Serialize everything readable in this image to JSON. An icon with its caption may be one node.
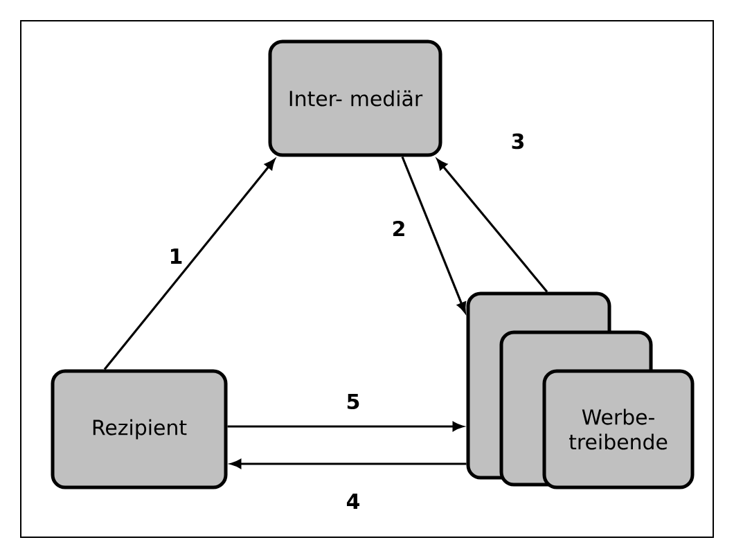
{
  "diagram": {
    "nodes": [
      {
        "text": [
          "Inter- mediär"
        ]
      },
      {
        "text": [
          "Rezipient"
        ]
      },
      {
        "text": [],
        "shape": "box"
      },
      {
        "text": [],
        "shape": "box"
      },
      {
        "text": [
          "Werbe- treibende"
        ]
      }
    ],
    "edges": [
      {
        "from": 1,
        "to": 0,
        "arrow": "to",
        "label": "1"
      },
      {
        "from": 0,
        "to": 2,
        "arrow": "to",
        "label": "2"
      },
      {
        "from": 2,
        "to": 0,
        "arrow": "to",
        "label": "3"
      },
      {
        "from": 2,
        "to": 1,
        "arrow": "to",
        "label": "4"
      },
      {
        "from": 1,
        "to": 2,
        "arrow": "to",
        "label": "5"
      }
    ]
  }
}
